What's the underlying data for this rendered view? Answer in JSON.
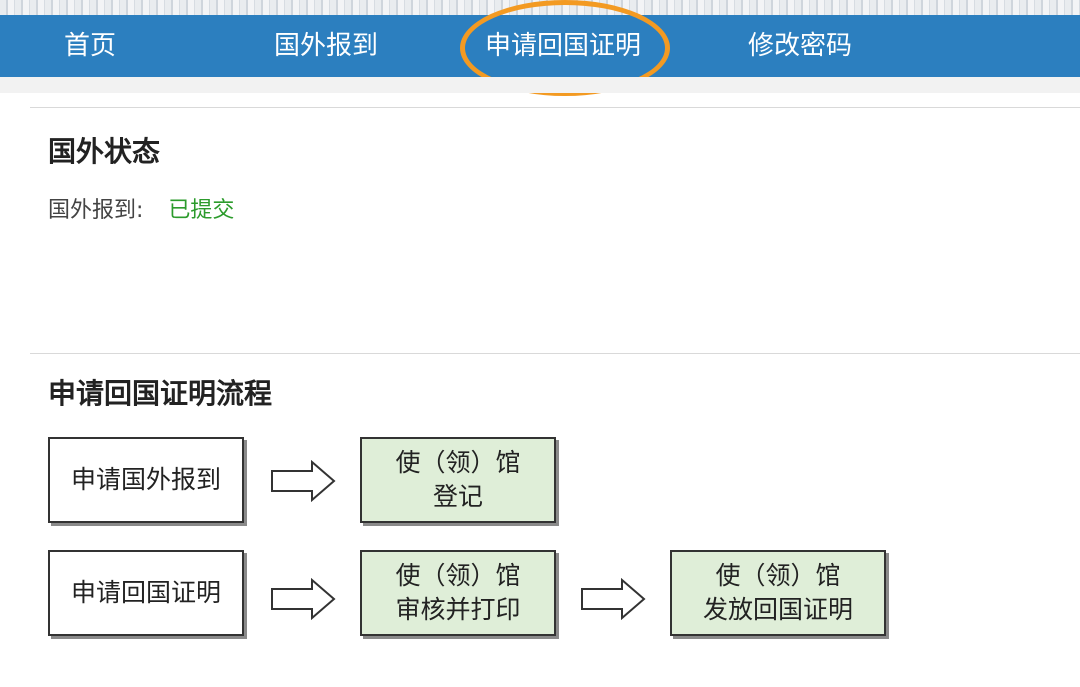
{
  "nav": {
    "items": [
      {
        "label": "首页"
      },
      {
        "label": "国外报到"
      },
      {
        "label": "申请回国证明"
      },
      {
        "label": "修改密码"
      }
    ],
    "active_index": 2,
    "highlight_color": "#f39a22",
    "bar_color": "#2c7fbf"
  },
  "status_section": {
    "title": "国外状态",
    "label": "国外报到:",
    "value": "已提交",
    "value_color": "#2c9b2c"
  },
  "flow_section": {
    "title": "申请回国证明流程",
    "steps": {
      "row1": {
        "start": "申请国外报到",
        "step1_line1": "使（领）馆",
        "step1_line2": "登记"
      },
      "row2": {
        "start": "申请回国证明",
        "step1_line1": "使（领）馆",
        "step1_line2": "审核并打印",
        "step2_line1": "使（领）馆",
        "step2_line2": "发放回国证明"
      }
    },
    "box_fill_color": "#dfeed8"
  }
}
